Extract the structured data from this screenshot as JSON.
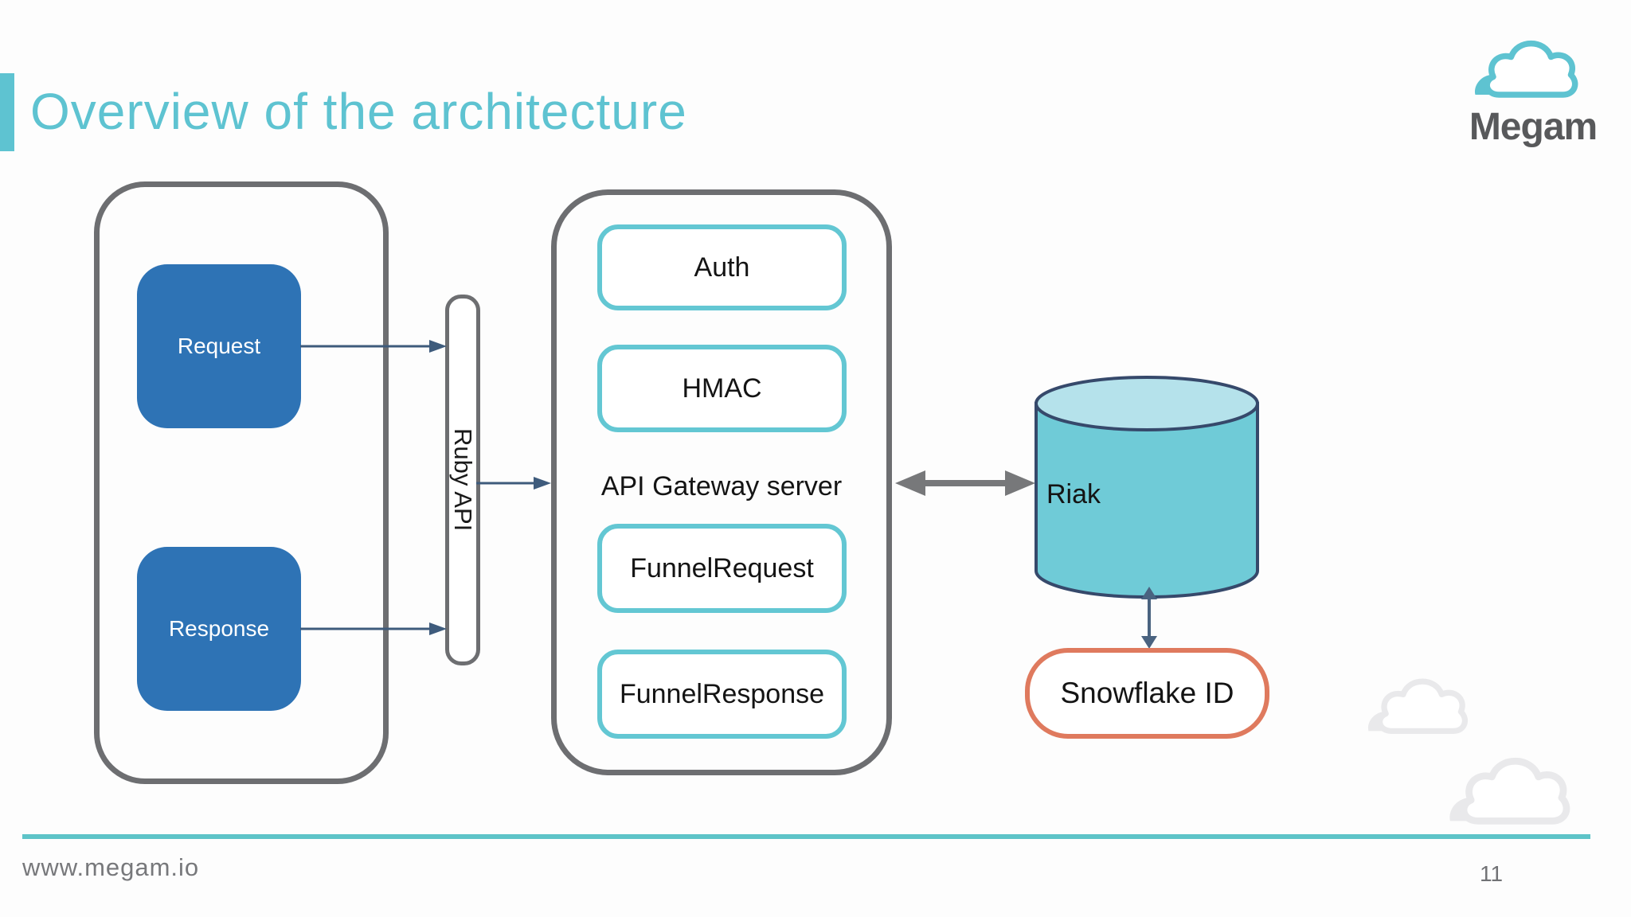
{
  "slide": {
    "title": "Overview of the architecture",
    "footer_url": "www.megam.io",
    "page_number": "11",
    "logo_text": "Megam"
  },
  "diagram": {
    "client_group": {
      "request_label": "Request",
      "response_label": "Response"
    },
    "ruby_api_label": "Ruby API",
    "gateway_group": {
      "auth_label": "Auth",
      "hmac_label": "HMAC",
      "caption": "API Gateway server",
      "funnel_request_label": "FunnelRequest",
      "funnel_response_label": "FunnelResponse"
    },
    "riak_label": "Riak",
    "snowflake_label": "Snowflake ID",
    "connections": [
      {
        "from": "Request",
        "to": "Ruby API",
        "type": "arrow"
      },
      {
        "from": "Ruby API",
        "to": "API Gateway server",
        "type": "arrow"
      },
      {
        "from": "Response",
        "to": "Ruby API",
        "type": "arrow"
      },
      {
        "from": "API Gateway server",
        "to": "Riak",
        "type": "double-arrow"
      },
      {
        "from": "Riak",
        "to": "Snowflake ID",
        "type": "double-arrow"
      }
    ]
  },
  "colors": {
    "accent_teal": "#5EC3D1",
    "container_border_gray": "#6D6E71",
    "client_box_blue": "#2E73B5",
    "teal_box_border": "#63C7D3",
    "cylinder_body": "#6FCBD7",
    "cylinder_top": "#B5E2EB",
    "cylinder_outline": "#36496B",
    "thin_arrow": "#3E5B7C",
    "thick_arrow": "#77787A",
    "snowflake_border": "#DF7A5E",
    "footer_text_gray": "#77787B",
    "logo_text_gray": "#58595B",
    "decor_cloud_gray": "#E9E9EB"
  }
}
